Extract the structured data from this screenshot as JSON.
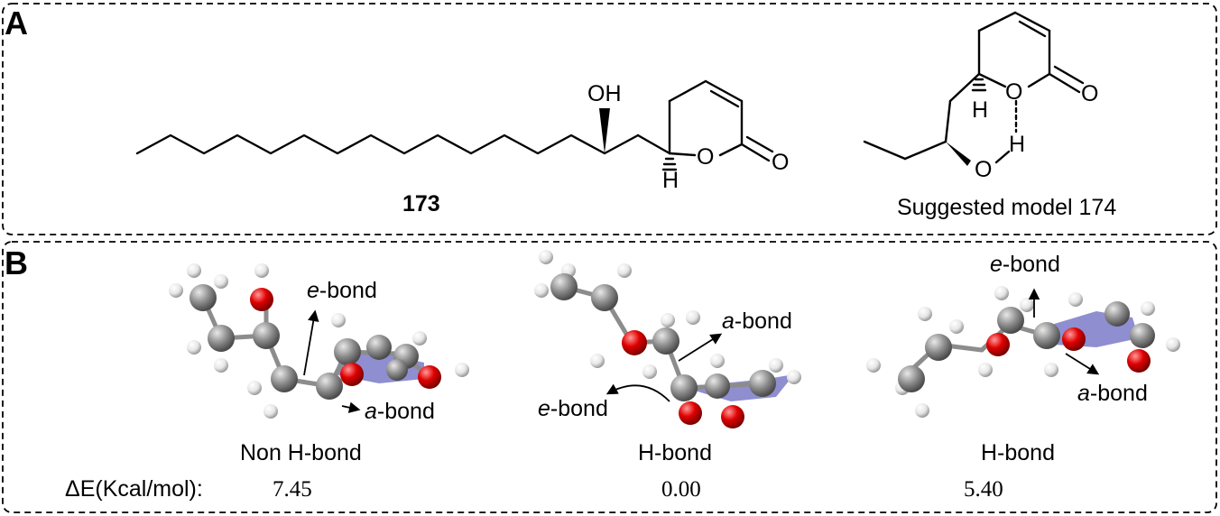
{
  "panel_a": {
    "letter": "A",
    "compound_173": {
      "label": "173",
      "atoms": {
        "oh": "OH",
        "h": "H",
        "ring_o": "O",
        "carbonyl_o": "O"
      }
    },
    "model_174": {
      "label": "Suggested model 174",
      "atoms": {
        "h_top": "H",
        "h_bond": "H",
        "o_hydroxyl": "O",
        "ring_o": "O",
        "carbonyl_o": "O"
      }
    }
  },
  "panel_b": {
    "letter": "B",
    "energy_label": "ΔE(Kcal/mol):",
    "conformers": [
      {
        "caption": "Non H-bond",
        "energy": "7.45",
        "e_bond_prefix": "e",
        "a_bond_prefix": "a",
        "bond_suffix": "-bond"
      },
      {
        "caption": "H-bond",
        "energy": "0.00",
        "e_bond_prefix": "e",
        "a_bond_prefix": "a",
        "bond_suffix": "-bond"
      },
      {
        "caption": "H-bond",
        "energy": "5.40",
        "e_bond_prefix": "e",
        "a_bond_prefix": "a",
        "bond_suffix": "-bond"
      }
    ]
  },
  "colors": {
    "carbon": "#8c8c8c",
    "oxygen": "#e00000",
    "hydrogen": "#e6e6e6",
    "ring_plane": "#7a7ac8"
  }
}
